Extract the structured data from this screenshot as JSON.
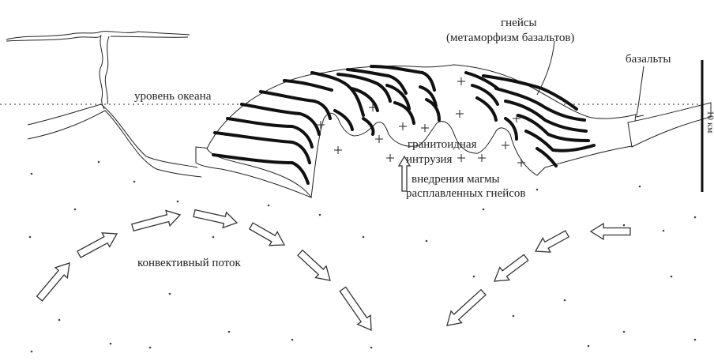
{
  "labels": {
    "gneiss": "гнейсы",
    "gneiss_note": "(метаморфизм базальтов)",
    "basalts": "базальты",
    "ocean_level": "уровень океана",
    "granitoid_1": "гранитоидная",
    "granitoid_2": "интрузия",
    "magma_1": "внедрения магмы",
    "magma_2": "расплавленных гнейсов",
    "convective": "конвективный поток",
    "scale_side": "10 км"
  }
}
